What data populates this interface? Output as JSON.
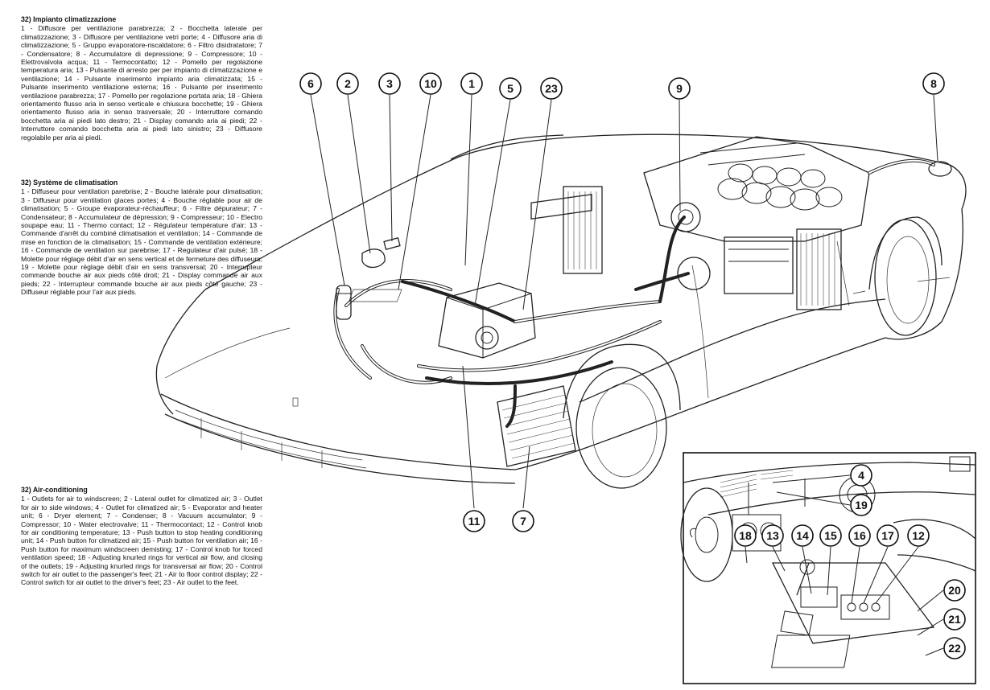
{
  "legends": {
    "italian": {
      "title": "32) Impianto climatizzazione",
      "text": "1 - Diffusore per ventilazione parabrezza; 2 - Bocchetta laterale per climatizzazione; 3 - Diffusore per ventilazione vetri porte; 4 - Diffusore aria di climatizzazione; 5 - Gruppo evaporatore-riscaldatore; 6 - Filtro disidratatore; 7 - Condensatore; 8 - Accumulatore di depressione; 9 - Compressore; 10 - Elettrovalvola acqua; 11 - Termocontatto; 12 - Pomello per regolazione temperatura aria; 13 - Pulsante di arresto per per impianto di climatizzazione e ventilazione; 14 - Pulsante inserimento impianto aria climatizzata; 15 - Pulsante inserimento ventilazione esterna; 16 - Pulsante per inserimento ventilazione parabrezza; 17 - Pomello per regolazione portata aria; 18 - Ghiera orientamento flusso aria in senso verticale e chiusura bocchette; 19 - Ghiera orientamento flusso aria in senso trasversale; 20 - Interruttore comando bocchetta aria ai piedi lato destro; 21 - Display comando aria ai piedi; 22 - Interruttore comando bocchetta aria ai piedi lato sinistro; 23 - Diffusore regolabile per aria ai piedi."
    },
    "french": {
      "title": "32) Système de climatisation",
      "text": "1 - Diffuseur pour ventilation parebrise; 2 - Bouche latérale pour climatisation; 3 - Diffuseur pour ventilation glaces portes; 4 - Bouche réglable pour air de climatisation; 5 - Groupe évaporateur-réchauffeur; 6 - Filtre dépurateur; 7 - Condensateur; 8 - Accumulateur de dépression; 9 - Compresseur; 10 - Electro soupape eau; 11 - Thermo contact; 12 - Régulateur température d'air; 13 - Commande d'arrêt du combiné climatisation et ventilation; 14 - Commande de mise en fonction de la climatisation; 15 - Commande de ventilation extérieure; 16 - Commande de ventilation sur parebrise; 17 - Regulateur d'air pulsé; 18 - Molette pour réglage débit d'air en sens vertical et de fermeture des diffuseurs; 19 - Molette pour réglage débit d'air en sens transversal; 20 - Interrupteur commande bouche air aux pieds côté droit; 21 - Display commande air aux pieds; 22 - Interrupteur commande bouche air aux pieds côté gauche; 23 - Diffuseur réglable pour l'air aux pieds."
    },
    "english": {
      "title": "32) Air-conditioning",
      "text": "1 - Outlets for air to windscreen; 2 - Lateral outlet for climatized air; 3 - Outlet for air to side windows; 4 - Outlet for climatized air; 5 - Evaporator and heater unit; 6 - Dryer element; 7 - Condenser; 8 - Vacuum accumulator; 9 - Compressor; 10 - Water electrovalve; 11 - Thermocontact; 12 - Control knob for air conditioning temperature; 13 - Push button to stop heating conditioning unit; 14 - Push button for climatized air; 15 - Push button for ventilation air; 16 - Push button for maximum windscreen demisting; 17 - Control knob for forced ventilation speed; 18 - Adjusting knurled rings for vertical air flow, and closing of the outlets; 19 - Adjusting knurled rings for transversal air flow; 20 - Control switch for air outlet to the passenger's feet; 21 - Air to floor control display; 22 - Control switch for air outlet to the driver's feet; 23 - Air outlet to the feet."
    }
  },
  "callouts_main": {
    "c6": "6",
    "c2": "2",
    "c3": "3",
    "c10": "10",
    "c1": "1",
    "c5": "5",
    "c23": "23",
    "c9": "9",
    "c8": "8",
    "c11": "11",
    "c7": "7"
  },
  "callouts_inset": {
    "c4": "4",
    "c19": "19",
    "c18": "18",
    "c13": "13",
    "c14": "14",
    "c15": "15",
    "c16": "16",
    "c17": "17",
    "c12": "12",
    "c20": "20",
    "c21": "21",
    "c22": "22"
  }
}
